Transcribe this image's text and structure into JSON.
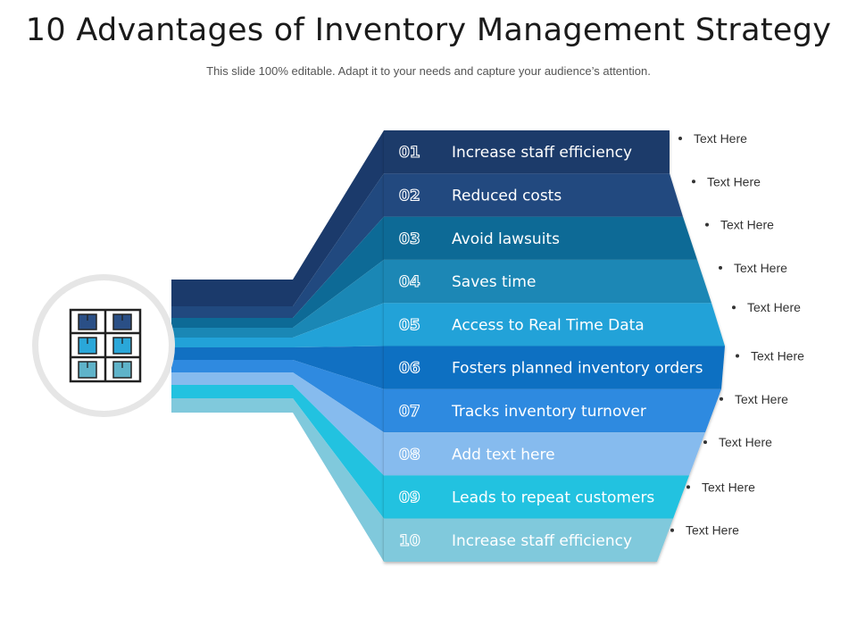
{
  "slide": {
    "title": "10 Advantages of Inventory Management Strategy",
    "subtitle": "This slide 100% editable. Adapt it to your needs and capture your audience’s attention."
  },
  "hub": {
    "icon": "warehouse-shelves-icon"
  },
  "items": [
    {
      "num": "01",
      "label": "Increase staff efficiency",
      "note": "Text Here",
      "color": "#1b3a6b"
    },
    {
      "num": "02",
      "label": "Reduced costs",
      "note": "Text Here",
      "color": "#21497f"
    },
    {
      "num": "03",
      "label": "Avoid lawsuits",
      "note": "Text Here",
      "color": "#0d6a96"
    },
    {
      "num": "04",
      "label": "Saves time",
      "note": "Text Here",
      "color": "#1a87b5"
    },
    {
      "num": "05",
      "label": "Access to Real Time Data",
      "note": "Text Here",
      "color": "#22a2d8"
    },
    {
      "num": "06",
      "label": "Fosters planned inventory orders",
      "note": "Text Here",
      "color": "#1170c2"
    },
    {
      "num": "07",
      "label": "Tracks inventory turnover",
      "note": "Text Here",
      "color": "#2f8ae0"
    },
    {
      "num": "08",
      "label": "Add text here",
      "note": "Text Here",
      "color": "#86bbee"
    },
    {
      "num": "09",
      "label": "Leads to repeat customers",
      "note": "Text Here",
      "color": "#22c2e0"
    },
    {
      "num": "10",
      "label": "Increase staff efficiency",
      "note": "Text Here",
      "color": "#80c9dc"
    }
  ]
}
